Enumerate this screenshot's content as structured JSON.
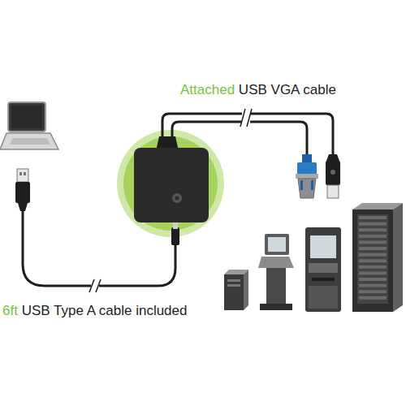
{
  "diagram": {
    "labels": [
      "Attached",
      "USB VGA cable",
      "6ft",
      "USB Type A cable included"
    ]
  }
}
